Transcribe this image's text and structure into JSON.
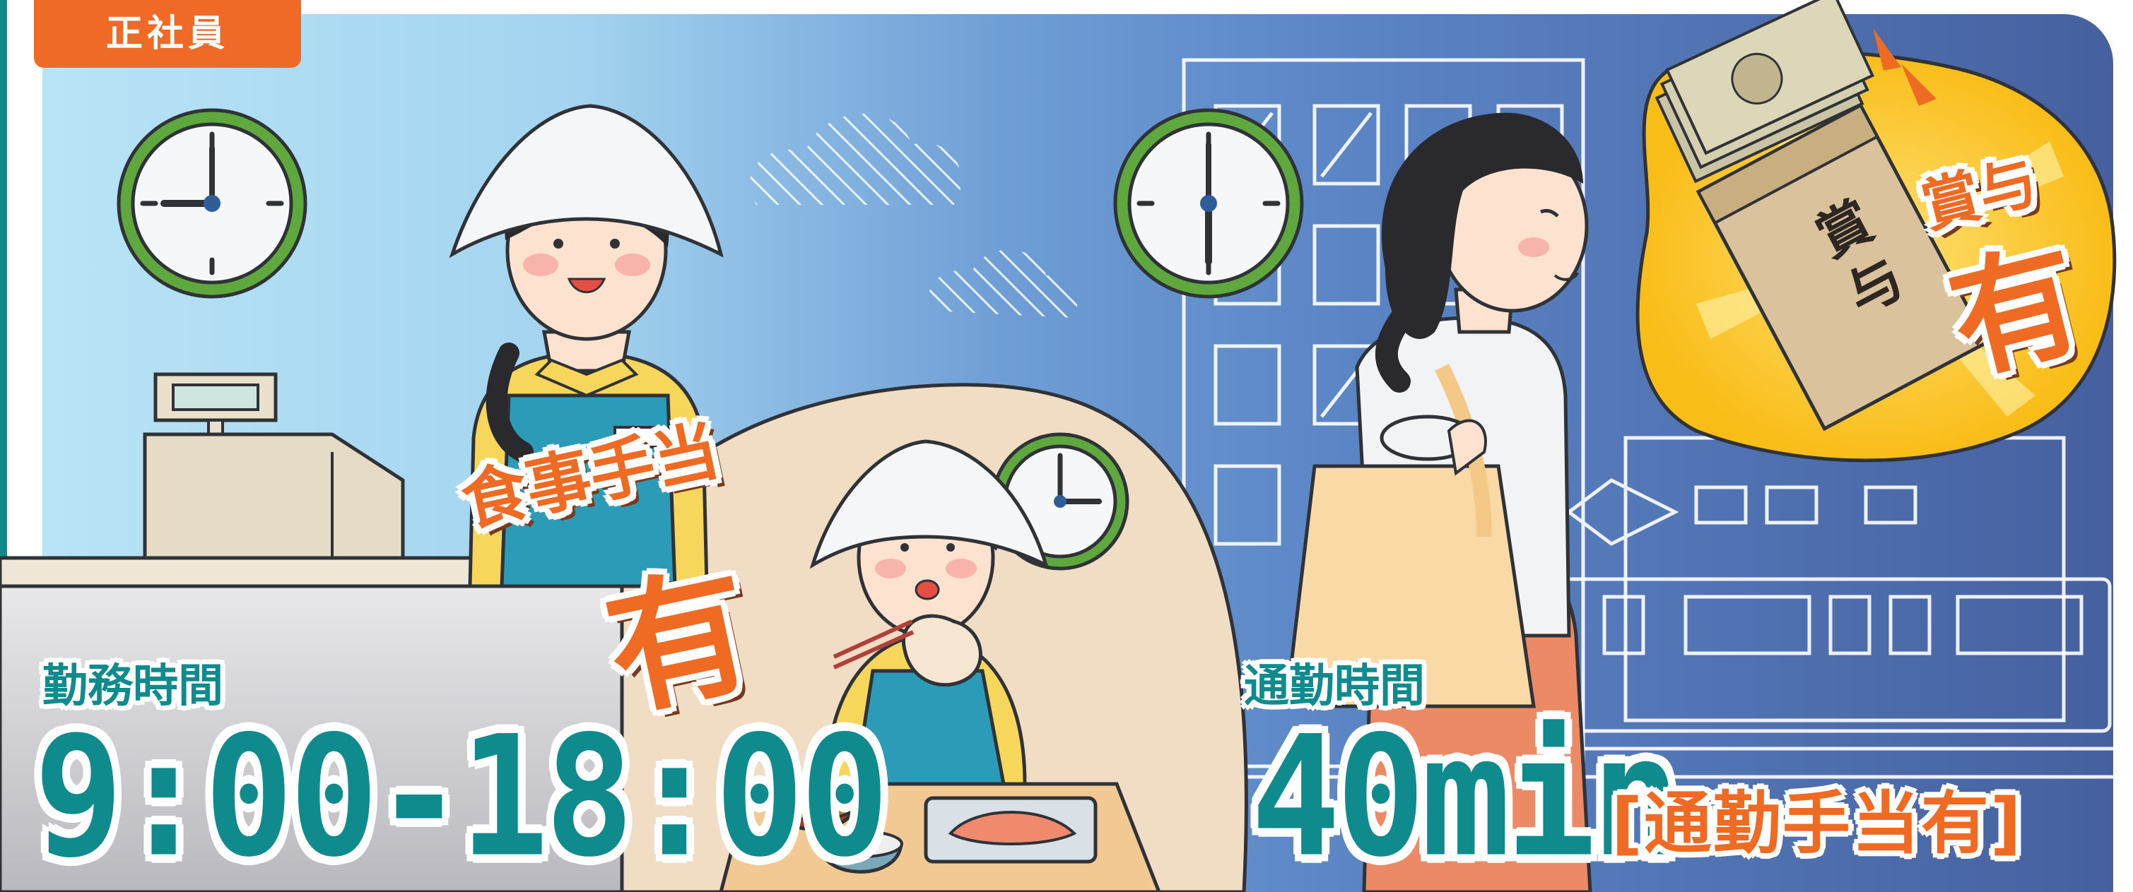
{
  "badge": {
    "employment_type": "正社員"
  },
  "work_hours": {
    "label": "勤務時間",
    "value": "9:00-18:00"
  },
  "meal_allowance": {
    "label": "食事手当",
    "value": "有"
  },
  "commute": {
    "label": "通勤時間",
    "value": "40min",
    "note": "[通勤手当有]"
  },
  "bonus": {
    "label": "賞与",
    "value": "有",
    "envelope_text": "賞与"
  },
  "colors": {
    "accent_orange": "#ee6a26",
    "teal_text": "#0f8a8d",
    "sky_light": "#b8e4f6",
    "sky_dark": "#46609f",
    "apron_teal": "#2b9bb8",
    "uniform_yellow": "#f7d65c",
    "clock_ring": "#5ea83e"
  },
  "icons": [
    "wall-clock-icon",
    "cash-register-icon",
    "cloud-icon",
    "office-building-icon",
    "train-icon",
    "money-envelope-icon",
    "meal-tray-icon"
  ]
}
